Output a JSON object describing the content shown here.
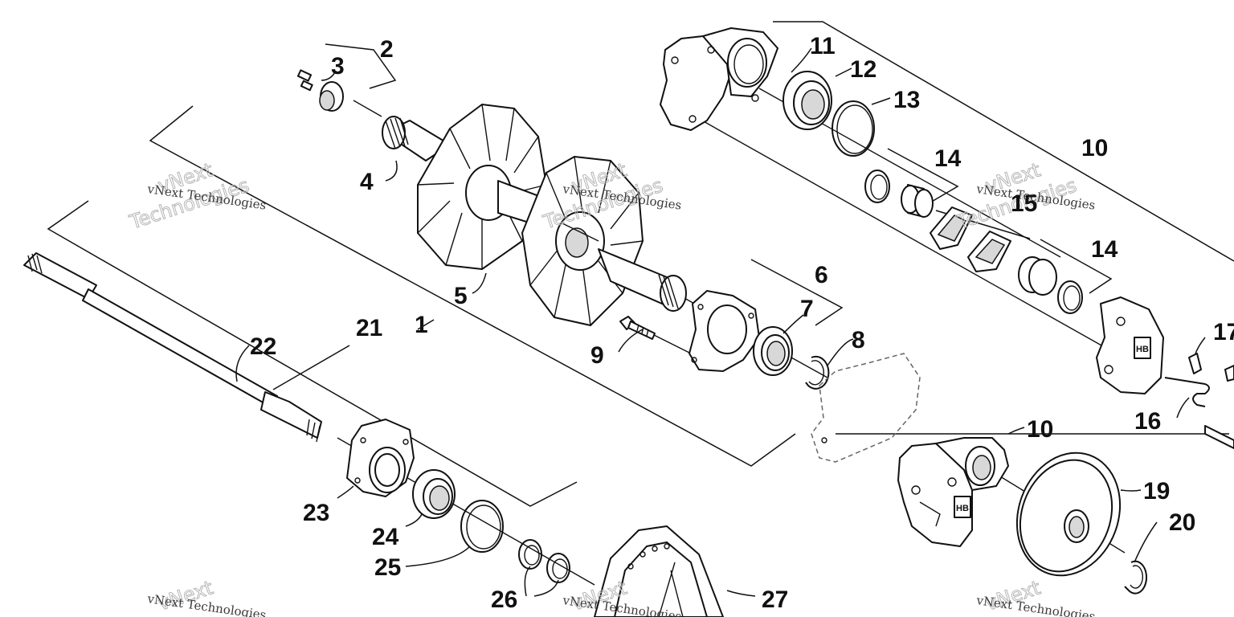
{
  "callouts": {
    "c1": "1",
    "c2": "2",
    "c3": "3",
    "c4": "4",
    "c5": "5",
    "c6": "6",
    "c7": "7",
    "c8": "8",
    "c9": "9",
    "c10a": "10",
    "c10b": "10",
    "c11": "11",
    "c12": "12",
    "c13": "13",
    "c14a": "14",
    "c14b": "14",
    "c15": "15",
    "c16": "16",
    "c17": "17",
    "c19": "19",
    "c20": "20",
    "c21": "21",
    "c22": "22",
    "c23": "23",
    "c24": "24",
    "c25": "25",
    "c26": "26",
    "c27": "27"
  },
  "watermark": {
    "small": "vNext Technologies",
    "big1": "vNext",
    "big2": "Technologies"
  },
  "caliper_badge": "HB"
}
